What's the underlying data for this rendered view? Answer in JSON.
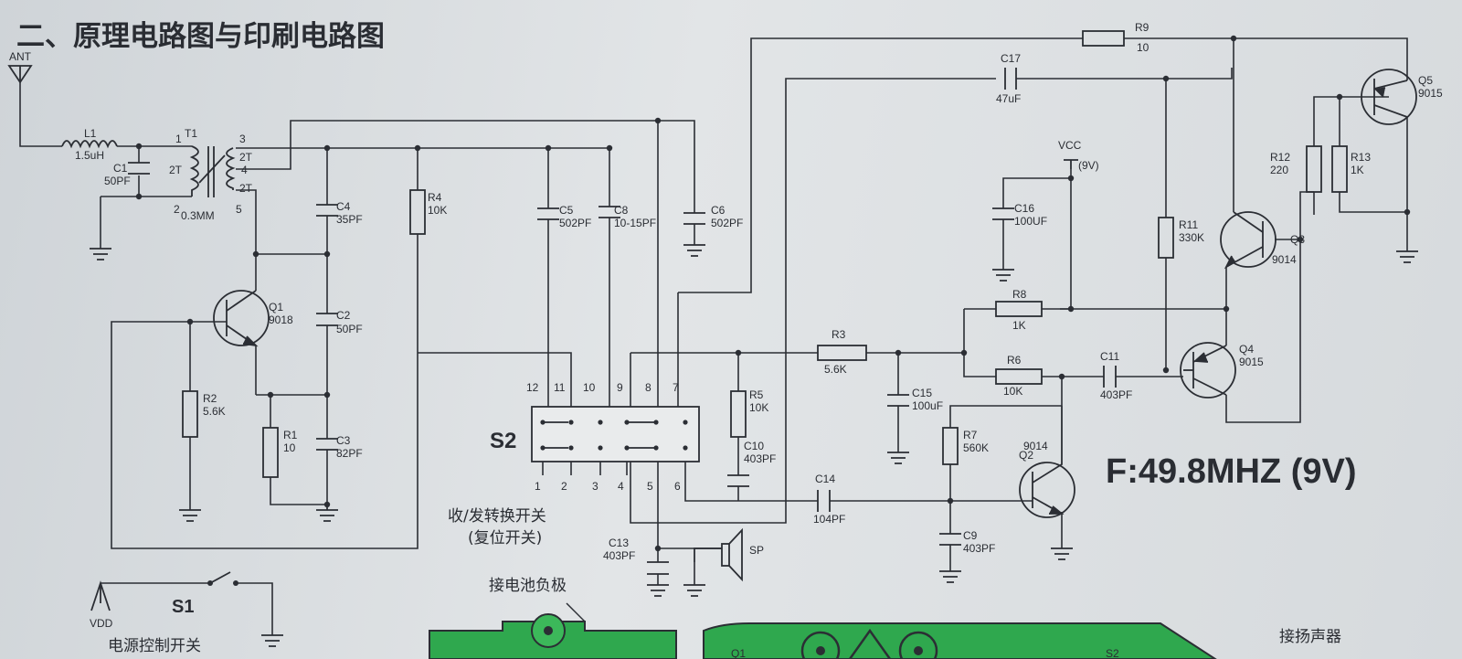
{
  "title": "二、原理电路图与印刷电路图",
  "frequency_note": "F:49.8MHZ (9V)",
  "antenna": "ANT",
  "supply": {
    "vcc": "VCC",
    "vcc_value": "(9V)",
    "vdd": "VDD"
  },
  "switch_s1": {
    "ref": "S1",
    "caption": "电源控制开关"
  },
  "switch_s2": {
    "ref": "S2",
    "caption": "收/发转换开关",
    "caption2": "(复位开关)",
    "top_pins": [
      "12",
      "11",
      "10",
      "9",
      "8",
      "7"
    ],
    "bottom_pins": [
      "1",
      "2",
      "3",
      "4",
      "5",
      "6"
    ]
  },
  "transformer": {
    "ref": "T1",
    "wire": "0.3MM",
    "turns": [
      "2T",
      "2T",
      "2T"
    ],
    "pins": [
      "1",
      "2",
      "3",
      "4",
      "5"
    ]
  },
  "inductors": [
    {
      "ref": "L1",
      "value": "1.5uH"
    }
  ],
  "capacitors": {
    "C1": "50PF",
    "C2": "50PF",
    "C3": "82PF",
    "C4": "35PF",
    "C5": "502PF",
    "C6": "502PF",
    "C8": "10-15PF",
    "C9": "403PF",
    "C10": "403PF",
    "C11": "403PF",
    "C13": "403PF",
    "C14": "104PF",
    "C15": "100uF",
    "C16": "100UF",
    "C17": "47uF"
  },
  "resistors": {
    "R1": "10",
    "R2": "5.6K",
    "R3": "5.6K",
    "R4": "10K",
    "R5": "10K",
    "R6": "10K",
    "R7": "560K",
    "R8": "1K",
    "R9": "10",
    "R11": "330K",
    "R12": "220",
    "R13": "1K"
  },
  "transistors": {
    "Q1": "9018",
    "Q2": "9014",
    "Q3": "9014",
    "Q4": "9015",
    "Q5": "9015"
  },
  "speaker": "SP",
  "pcb_notes": {
    "battery_negative": "接电池负极",
    "to_speaker": "接扬声器"
  },
  "pcb_labels": {
    "q1": "Q1",
    "s2": "S2"
  },
  "colors": {
    "pcb_green": "#2fa84e",
    "ink": "#2b2e34",
    "paper": "#dcdfe1"
  }
}
